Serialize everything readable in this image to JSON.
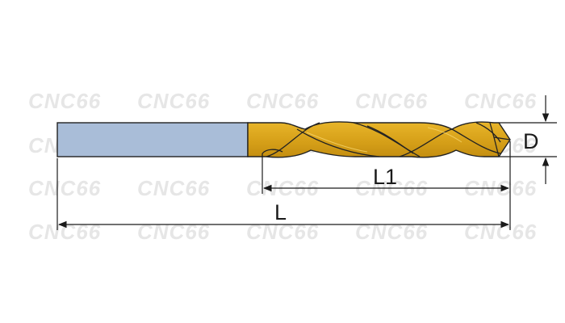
{
  "drawing": {
    "dimensions": {
      "diameter_label": "D",
      "flute_length_label": "L1",
      "overall_length_label": "L"
    },
    "watermark_text": "CNC66",
    "colors": {
      "shank": "#a9bdd8",
      "flute_body": "#d8a21a",
      "flute_highlight": "#f2c64a",
      "outline": "#222222",
      "dimension_line": "#1a1a1a",
      "watermark": "#e6e6e6"
    }
  }
}
